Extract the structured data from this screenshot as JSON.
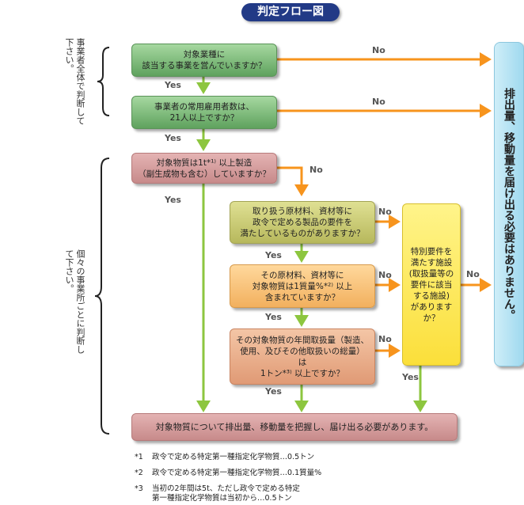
{
  "title": "判定フロー図",
  "left_labels": {
    "top": "事業者全体で判断して下さい。",
    "bottom": "個々の事業所ごとに判断して下さい。"
  },
  "boxes": {
    "q1": "対象業種に\n該当する事業を営んでいますか？",
    "q2": "事業者の常用雇用者数は、\n21人以上ですか？",
    "q3": "対象物質は1t*¹⁾ 以上製造\n（副生成物も含む）していますか？",
    "q4": "取り扱う原材料、資材等に\n政令で定める製品の要件を\n満たしているものがありますか？",
    "q5": "その原材料、資材等に\n対象物質は1質量%*²⁾ 以上\n含まれていますか？",
    "q6": "その対象物質の年間取扱量（製造、\n使用、及びその他取扱いの総量）\nは\n1トン*³⁾ 以上ですか？",
    "special": "特別要件を\n満たす施設\n(取扱量等の\n要件に該当\nする施設)\nがあります\nか？",
    "result_yes": "対象物質について排出量、移動量を把握し、届け出る必要があります。",
    "result_no": "排出量、移動量を届け出る必要はありません。"
  },
  "edge_labels": {
    "yes": "Yes",
    "no": "No"
  },
  "footnotes": [
    {
      "mark": "*1",
      "text": "政令で定める特定第一種指定化学物質…0.5トン"
    },
    {
      "mark": "*2",
      "text": "政令で定める特定第一種指定化学物質…0.1質量%"
    },
    {
      "mark": "*3",
      "text": "当初の2年間は5t、ただし政令で定める特定\n第一種指定化学物質は当初から…0.5トン"
    }
  ],
  "colors": {
    "orange_arrow": "#f7941d",
    "green_arrow": "#8dc63f",
    "title_bg": "#223a86"
  }
}
